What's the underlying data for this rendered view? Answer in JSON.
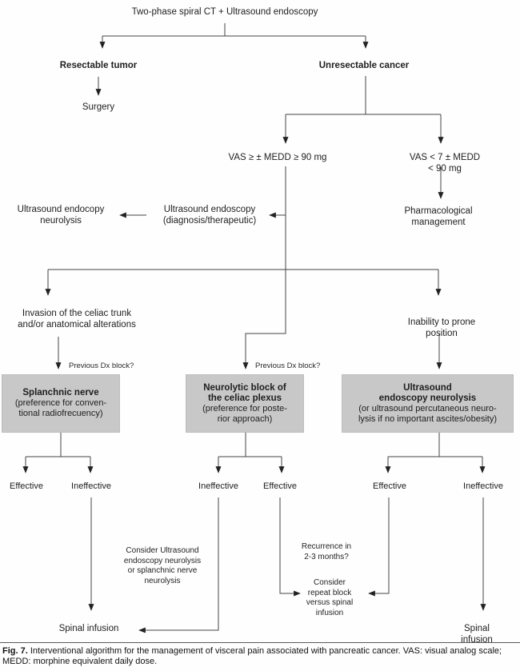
{
  "nodes": {
    "root": "Two-phase spiral CT + Ultrasound endoscopy",
    "resectable": "Resectable tumor",
    "unresectable": "Unresectable cancer",
    "surgery": "Surgery",
    "vas_high": "VAS ≥ ± MEDD ≥ 90 mg",
    "vas_low": "VAS < 7 ± MEDD < 90 mg",
    "pharmacological": "Pharmacological\nmanagement",
    "us_endoscopy_diag": "Ultrasound endoscopy\n(diagnosis/therapeutic)",
    "us_endocopy_neurolysis": "Ultrasound endocopy\nneurolysis",
    "invasion_celiac": "Invasion of the celiac trunk\nand/or anatomical alterations",
    "inability_prone": "Inability to prone position",
    "previous_dx_left": "Previous Dx block?",
    "previous_dx_mid": "Previous Dx block?",
    "spinal_infusion_left": "Spinal infusion",
    "spinal_infusion_right": "Spinal infusion"
  },
  "boxes": {
    "splanchnic": {
      "title": "Splanchnic nerve",
      "detail": "(preference for conven-\ntional radiofrecuency)"
    },
    "neurolytic": {
      "title": "Neurolytic block of\nthe celiac plexus",
      "detail": "(preference for poste-\nrior approach)"
    },
    "us_neurolysis": {
      "title": "Ultrasound\nendoscopy neurolysis",
      "detail": "(or ultrasound percutaneous neuro-\nlysis if no important ascites/obesity)"
    }
  },
  "outcomes": {
    "left_effective": "Effective",
    "left_ineffective": "Ineffective",
    "mid_ineffective": "Ineffective",
    "mid_effective": "Effective",
    "right_effective": "Effective",
    "right_ineffective": "Ineffective"
  },
  "annotations": {
    "consider_us": "Consider Ultrasound\nendoscopy neurolysis\nor splanchnic nerve\nneurolysis",
    "recurrence": "Recurrence in\n2-3 months?",
    "consider_repeat": "Consider\nrepeat block\nversus spinal\ninfusion"
  },
  "caption": {
    "label": "Fig. 7.",
    "text": "Interventional algorithm for the management of visceral pain associated with pancreatic cancer. VAS: visual analog scale; MEDD: morphine equivalent daily dose."
  },
  "colors": {
    "line": "#444444",
    "arrowhead": "#222222",
    "box_fill": "#c8c8c8",
    "text": "#1e1e1e"
  }
}
